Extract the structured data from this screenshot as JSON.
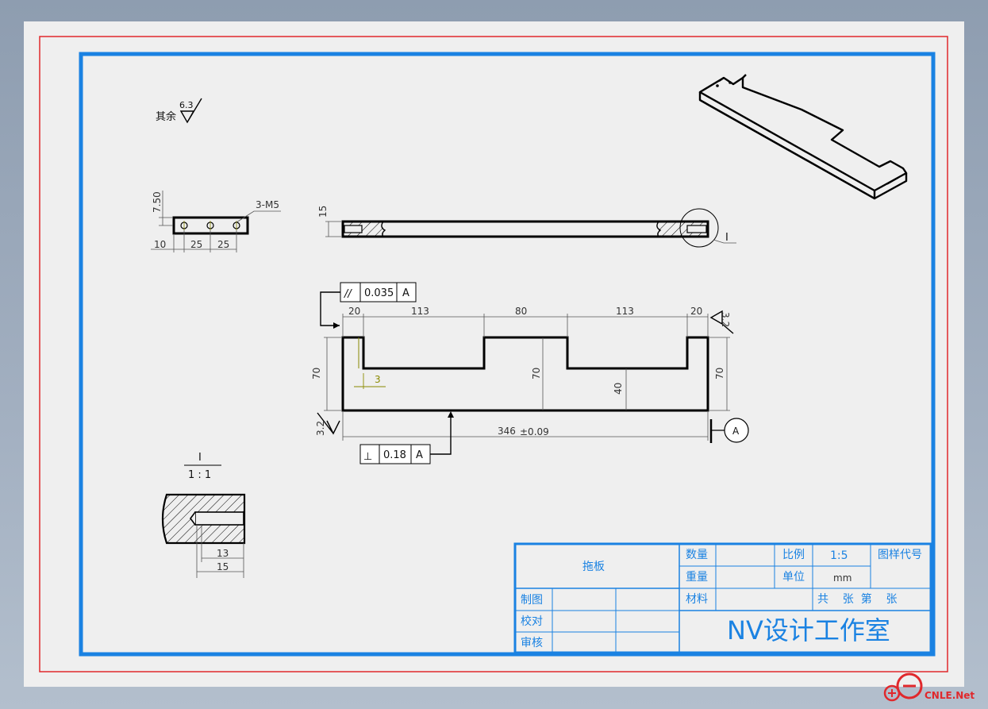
{
  "roughness": {
    "note_label": "其余",
    "default_value": "6.3",
    "left_face_value": "3.2",
    "top_face_value": "3.2"
  },
  "end_view": {
    "thread_note": "3-M5",
    "height_dim": "7.50",
    "dims": [
      "10",
      "25",
      "25"
    ]
  },
  "top_view": {
    "thickness_dim": "15",
    "detail_marker": "I"
  },
  "front_view": {
    "top_dims": [
      "20",
      "113",
      "80",
      "113",
      "20"
    ],
    "height_left": "70",
    "height_mid": "70",
    "height_right": "70",
    "slot_depth": "40",
    "small_dim": "3",
    "overall_length": "346",
    "tolerance": "±0.09",
    "parallelism": {
      "symbol": "//",
      "value": "0.035",
      "datum": "A"
    },
    "perpendicularity": {
      "symbol": "⊥",
      "value": "0.18",
      "datum": "A"
    },
    "datum_label": "A"
  },
  "detail": {
    "marker": "I",
    "scale": "1 : 1",
    "dims": [
      "13",
      "15"
    ]
  },
  "title_block": {
    "part_name": "拖板",
    "qty_label": "数量",
    "scale_label": "比例",
    "scale_value": "1:5",
    "drawing_no_label": "图样代号",
    "weight_label": "重量",
    "unit_label": "单位",
    "unit_value": "mm",
    "material_label": "材料",
    "sheets_text": "共    张  第    张",
    "drawn_label": "制图",
    "checked_label": "校对",
    "approved_label": "审核",
    "studio_name": "NV设计工作室"
  },
  "watermark": "CNLE.Net",
  "colors": {
    "outer_border": "#e0282c",
    "inner_border": "#1a82e2",
    "paper": "#efefef",
    "accent_yellow": "#8a8a00"
  }
}
